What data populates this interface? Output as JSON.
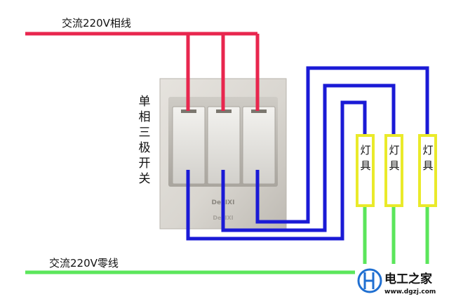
{
  "lines": {
    "live_label": "交流220V相线",
    "neutral_label": "交流220V零线"
  },
  "switch": {
    "label_chars": [
      "单",
      "相",
      "三",
      "极",
      "开",
      "关"
    ],
    "brand": "DeLIXI"
  },
  "lamps": [
    {
      "chars": [
        "灯",
        "具"
      ]
    },
    {
      "chars": [
        "灯",
        "具"
      ]
    },
    {
      "chars": [
        "灯",
        "具"
      ]
    }
  ],
  "watermark": {
    "site_name": "电工之家",
    "url": "www.dgzj.com"
  },
  "colors": {
    "live": "#e8264e",
    "neutral": "#5be65b",
    "control": "#1a1ad6",
    "lamp_outline": "#eaea2a"
  }
}
